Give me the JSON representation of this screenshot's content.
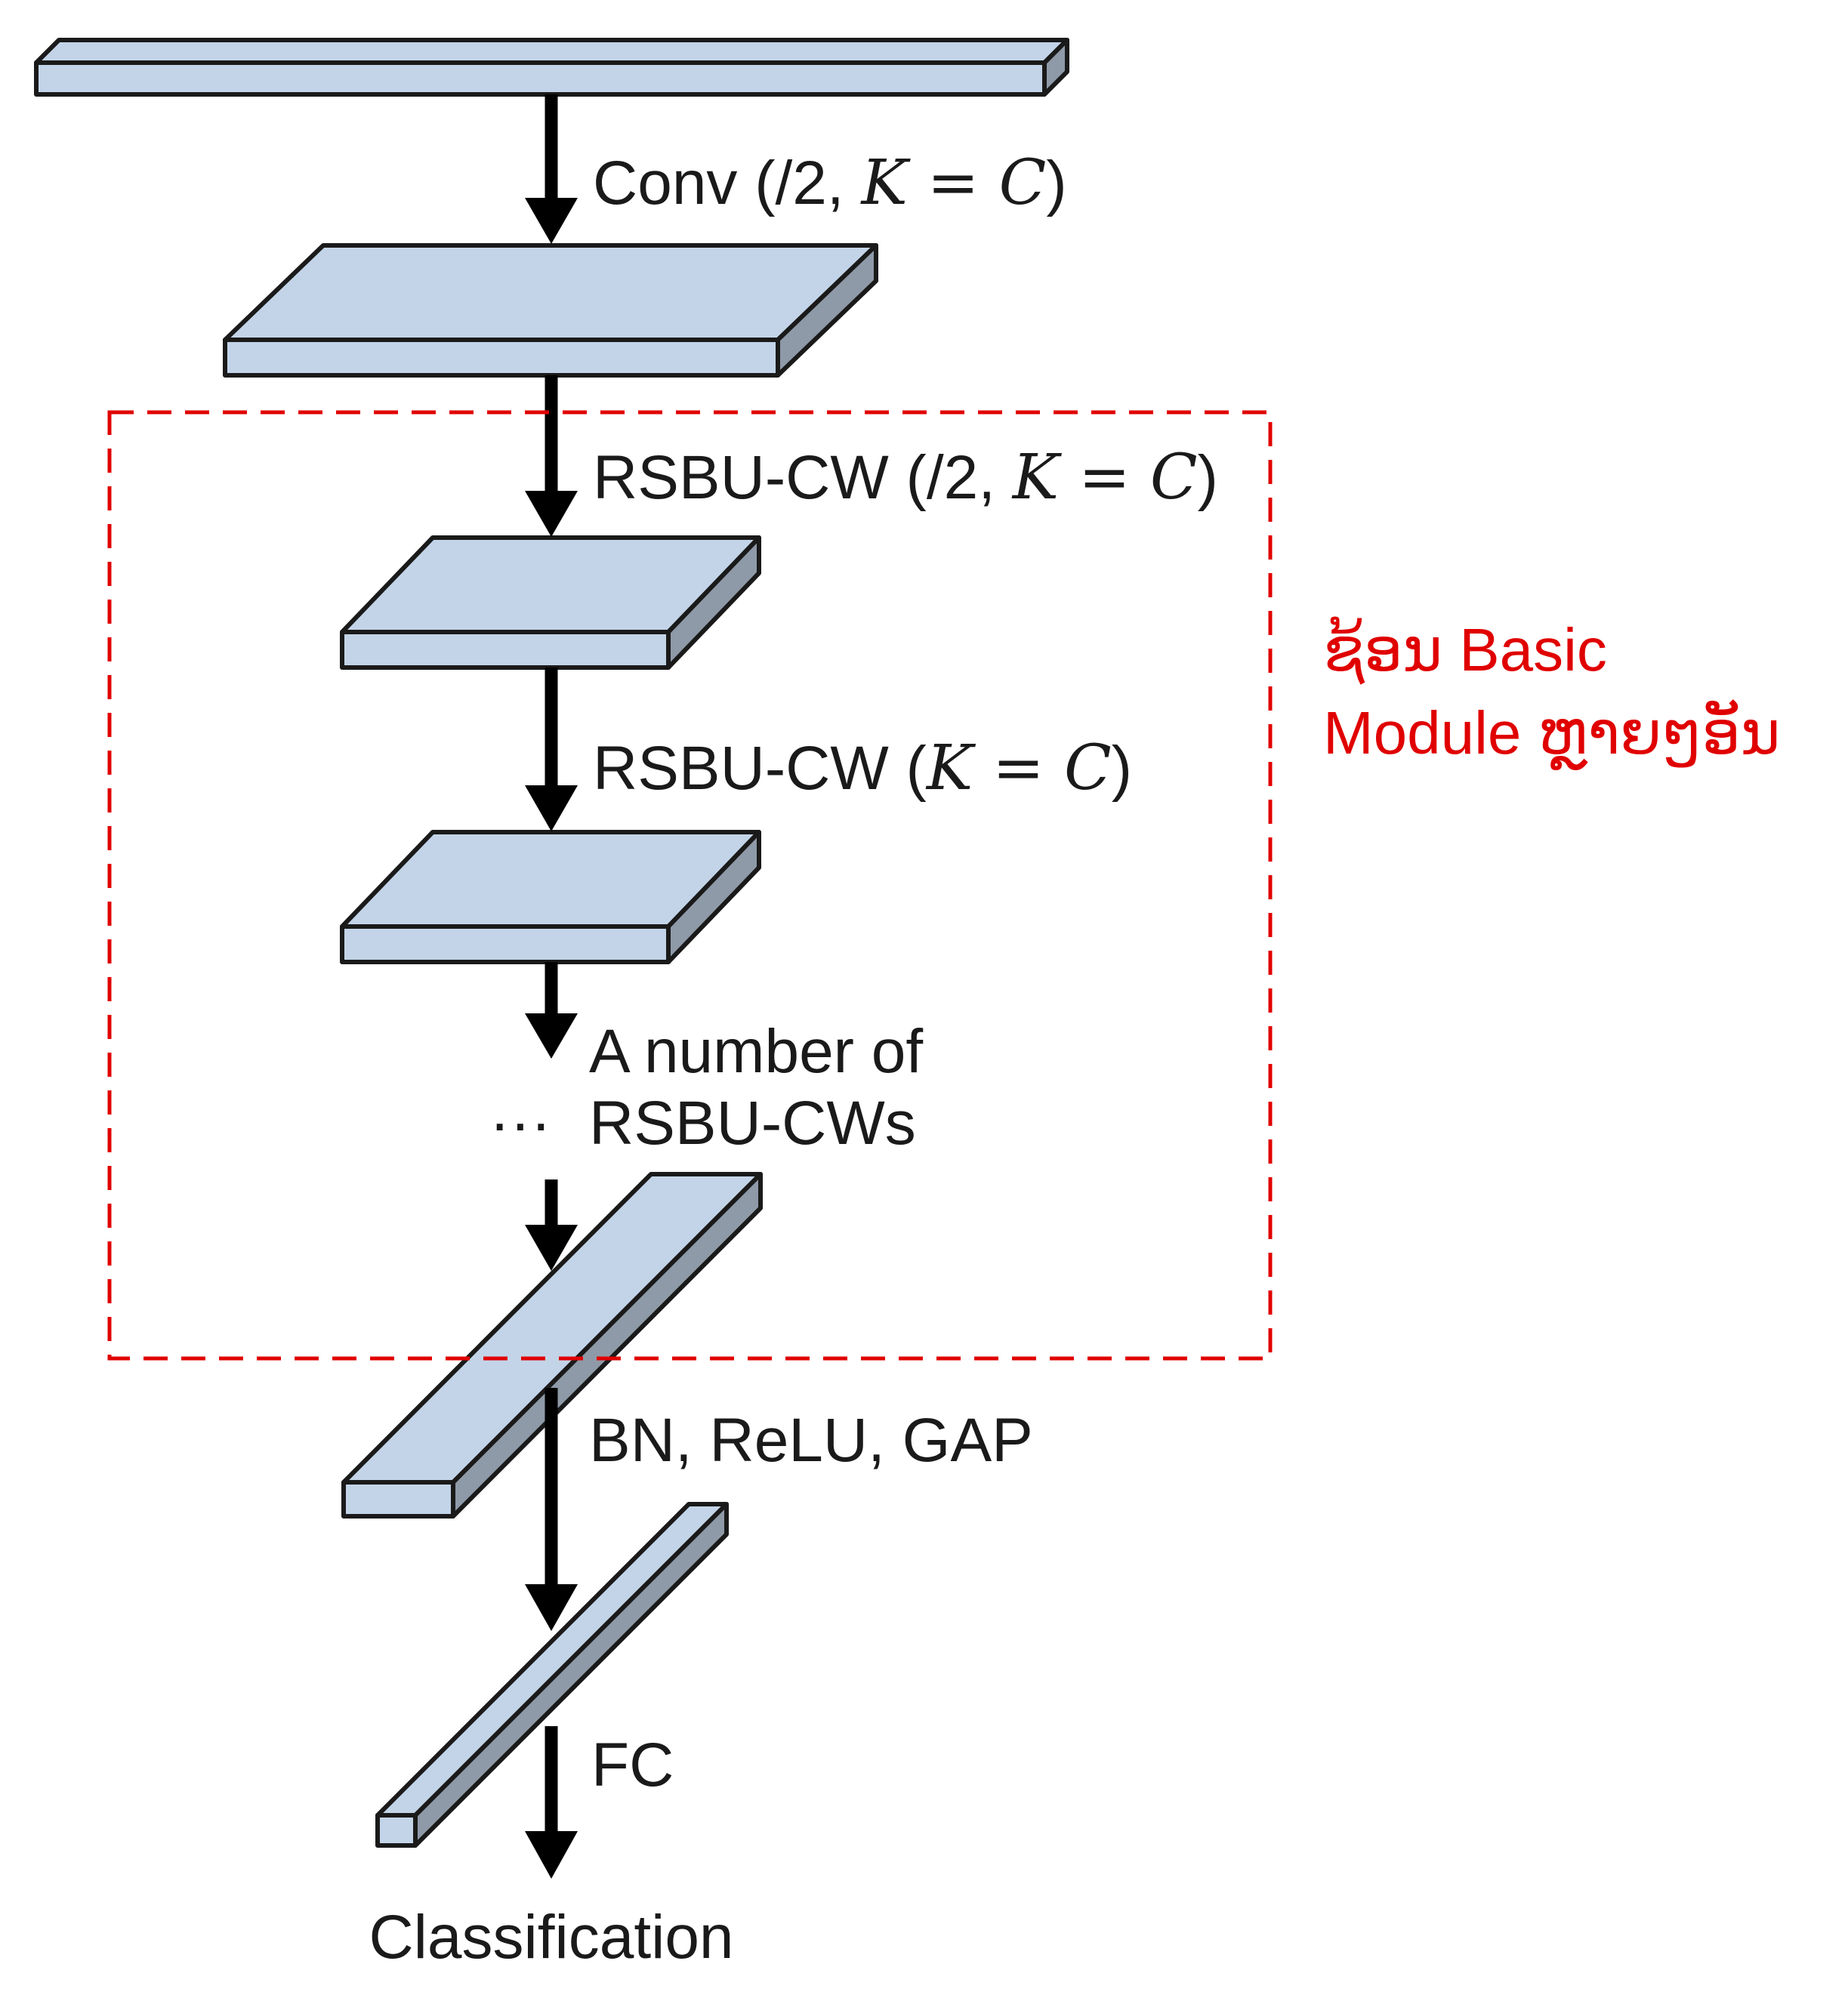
{
  "labels": {
    "conv": "Conv (/2, ",
    "conv_math": "K = C",
    "conv_close": ")",
    "rsbu1": "RSBU-CW (/2, ",
    "rsbu1_math": "K = C",
    "rsbu1_close": ")",
    "rsbu2": "RSBU-CW (",
    "rsbu2_math": "K = C",
    "rsbu2_close": ")",
    "number_of_line1": "A number of",
    "number_of_line2": "RSBU-CWs",
    "ellipsis": "···",
    "bn": "BN, ReLU, GAP",
    "fc": "FC",
    "classification": "Classification"
  },
  "annotation": {
    "line1": "ຊ້ອນ Basic",
    "line2": "Module ຫຼາຍໆອັນ",
    "color": "#e00000"
  },
  "colors": {
    "block_face": "#c3d4e8",
    "block_side": "#8f9aa8",
    "outline": "#1a1a1a"
  }
}
